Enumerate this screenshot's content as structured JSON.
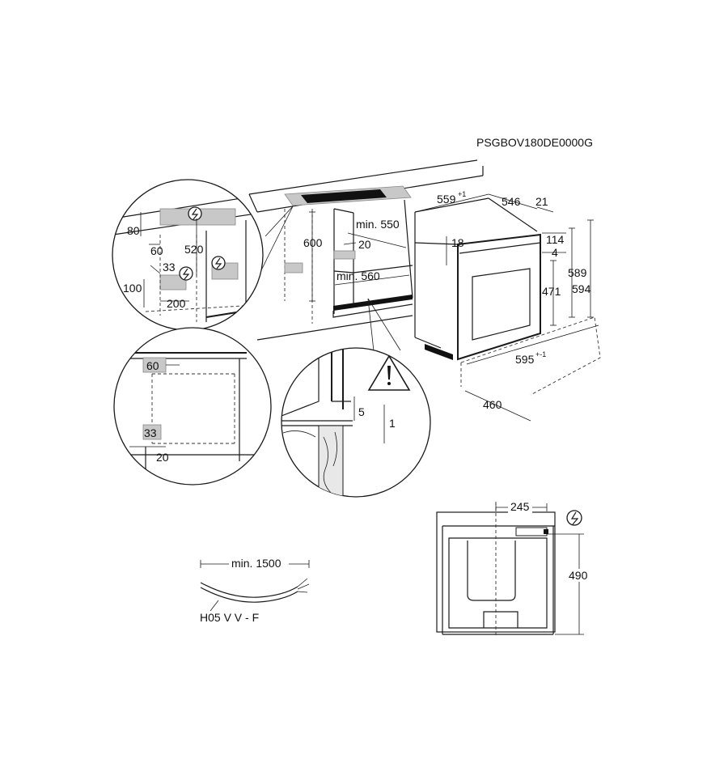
{
  "model_code": "PSGBOV180DE0000G",
  "dims": {
    "d559": "559",
    "d559_tol": "+1",
    "d546": "546",
    "d21": "21",
    "d114": "114",
    "d4": "4",
    "d18": "18",
    "d589": "589",
    "d594": "594",
    "d471": "471",
    "d595": "595",
    "d595_tol": "+-1",
    "d460": "460",
    "d600": "600",
    "min550": "min. 550",
    "d20_cab": "20",
    "min560": "min. 560",
    "d80": "80",
    "d520": "520",
    "d60_a": "60",
    "d33_a": "33",
    "d100": "100",
    "d200": "200",
    "d60_b": "60",
    "d33_b": "33",
    "d20_b": "20",
    "d5": "5",
    "d1": "1",
    "min1500": "min. 1500",
    "cable": "H05 V V - F",
    "d245": "245",
    "d490": "490"
  },
  "colors": {
    "line": "#1a1a1a",
    "shaded": "#c8c8c8"
  },
  "icons": [
    "electric-connection-icon",
    "warning-triangle-icon"
  ]
}
